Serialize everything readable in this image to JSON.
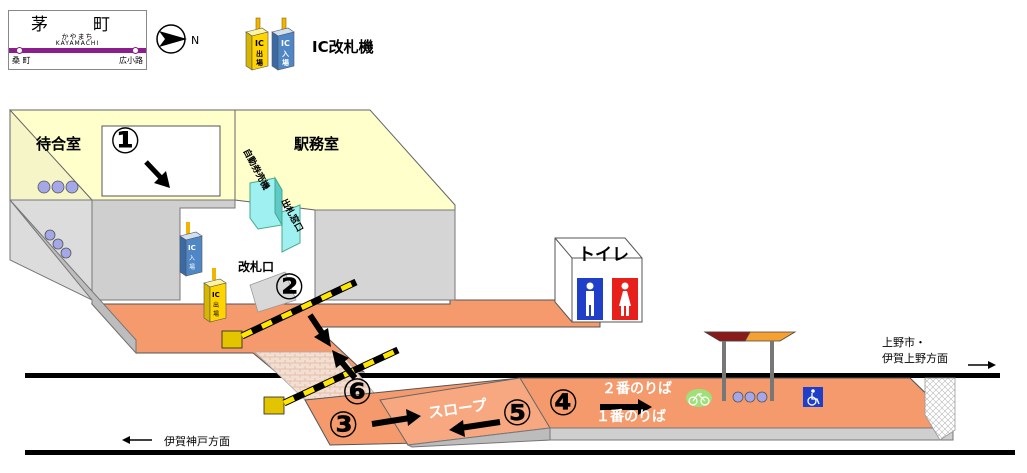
{
  "station_sign": {
    "name": "茅　町",
    "kana": "かやまち",
    "romaji": "KAYAMACHI",
    "prev_station": "桑 町",
    "next_station": "広小路"
  },
  "compass": {
    "label": "N"
  },
  "legend": {
    "label": "IC改札機",
    "gate_in_text": "IC\n入\n場",
    "gate_out_text": "IC\n出\n場"
  },
  "rooms": {
    "waiting_room": "待合室",
    "station_office": "駅務室",
    "toilet": "トイレ",
    "ticket_machine": "自動券売機",
    "fare_adjustment": "出札窓口"
  },
  "gate_label": "改札口",
  "platform": {
    "slope": "スロープ",
    "track2": "２番のりば",
    "track1": "１番のりば"
  },
  "directions": {
    "east": "上野市・\n伊賀上野方面",
    "west": "伊賀神戸方面"
  },
  "route_numbers": [
    "①",
    "②",
    "③",
    "④",
    "⑤",
    "⑥"
  ],
  "colors": {
    "floor": "#f49a6c",
    "wall": "#ffffcc",
    "wall_side": "#f5f5c8",
    "gray": "#c8c8c8",
    "gate_blue": "#4f86c6",
    "gate_yellow": "#ffd400",
    "accessible_blue": "#1f3fc9"
  }
}
